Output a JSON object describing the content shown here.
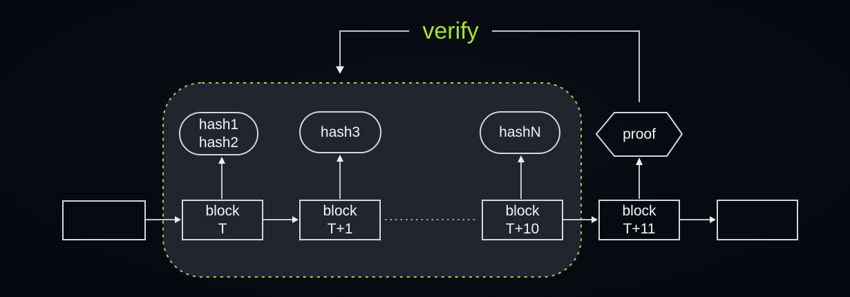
{
  "colors": {
    "background": "#0b0d15",
    "panel-fill": "#22252e",
    "panel-border": "#b5cc50",
    "accent-green": "#a6e52e",
    "line": "#c4c7cd",
    "line-dim": "#a0a4ac",
    "arrowhead": "#edeff3",
    "box-border": "#d5d7db",
    "text": "#f3f4f6"
  },
  "verify": {
    "label": "verify"
  },
  "proof": {
    "label": "proof"
  },
  "hashes": [
    {
      "lines": [
        "hash1",
        "hash2"
      ]
    },
    {
      "lines": [
        "hash3"
      ]
    },
    {
      "lines": [
        "hashN"
      ]
    }
  ],
  "blocks": [
    {
      "lines": [
        "block",
        "T"
      ]
    },
    {
      "lines": [
        "block",
        "T+1"
      ]
    },
    {
      "lines": [
        "block",
        "T+10"
      ]
    },
    {
      "lines": [
        "block",
        "T+11"
      ]
    }
  ]
}
